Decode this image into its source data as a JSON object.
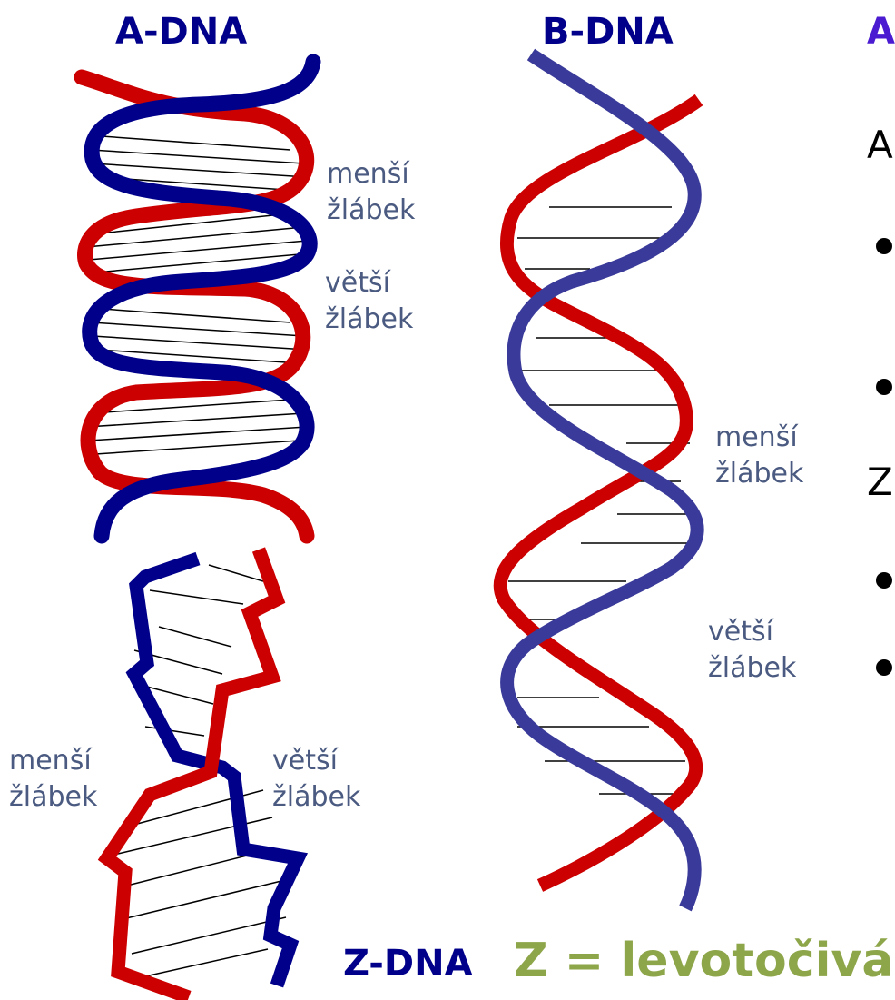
{
  "titles": {
    "a_dna": "A-DNA",
    "b_dna": "B-DNA",
    "z_dna": "Z-DNA"
  },
  "a_dna_labels": {
    "minor_1": "menší",
    "minor_2": "žlábek",
    "major_1": "větší",
    "major_2": "žlábek"
  },
  "b_dna_labels": {
    "minor_1": "menší",
    "minor_2": "žlábek",
    "major_1": "větší",
    "major_2": "žlábek"
  },
  "z_dna_labels": {
    "minor_1": "menší",
    "minor_2": "žlábek",
    "major_1": "větší",
    "major_2": "žlábek"
  },
  "right_panel": {
    "heading_fragment": "A",
    "line_a": "A",
    "line_z": "Z"
  },
  "footer": "Z = levotočivá",
  "colors": {
    "strand_red": "#cc0000",
    "strand_navy": "#00008b",
    "strand_blue": "#3a3a9a",
    "heading_purple": "#4a1bd1",
    "footer_green": "#8ea64a"
  }
}
